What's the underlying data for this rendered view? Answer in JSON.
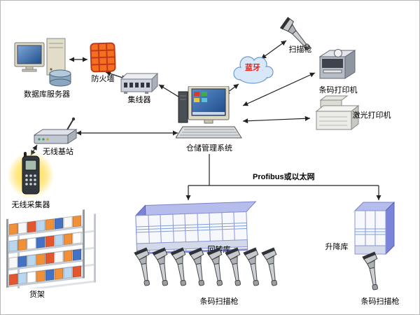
{
  "nodes": {
    "db_server": {
      "label": "数据库服务器"
    },
    "firewall": {
      "label": "防火墙"
    },
    "hub": {
      "label": "集线器"
    },
    "wms": {
      "label": "仓储管理系统"
    },
    "bluetooth": {
      "label": "蓝牙"
    },
    "scan_gun": {
      "label": "扫描枪"
    },
    "barcode_printer": {
      "label": "条码打印机"
    },
    "laser_printer": {
      "label": "激光打印机"
    },
    "wireless_station": {
      "label": "无线基站"
    },
    "wireless_collector": {
      "label": "无线采集器"
    },
    "rack": {
      "label": "货架"
    },
    "carousel": {
      "label": "回转库"
    },
    "lift": {
      "label": "升降库"
    },
    "scanner_row": {
      "label": "条码扫描枪",
      "count": 8
    },
    "scanner_right": {
      "label": "条码扫描枪"
    },
    "bus": {
      "label": "Profibus或以太网"
    }
  },
  "colors": {
    "connector": "#222222",
    "firewall_orange": "#f4701f",
    "firewall_grid": "#c0391b",
    "cloud_fill": "#d9e8f8",
    "cloud_stroke": "#6b9bd2",
    "bluetooth_text": "#e8201a",
    "warehouse_side_blue": "#7b84d8",
    "warehouse_top_blue": "#b6bcec",
    "glow_yellow": "#ffd83c",
    "shelf_orange": "#f0913a",
    "shelf_blue": "#4472c4"
  }
}
